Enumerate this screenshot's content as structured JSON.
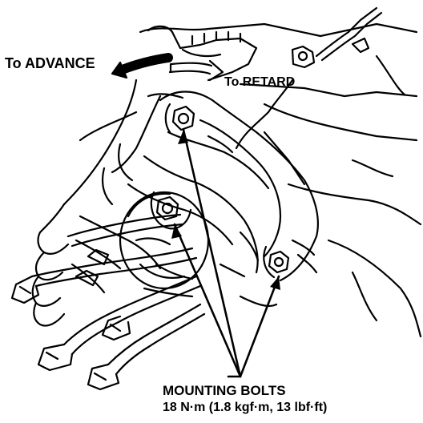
{
  "labels": {
    "advance": "To ADVANCE",
    "retard": "To RETARD",
    "mounting_bolts": "MOUNTING BOLTS",
    "torque": "18 N·m (1.8 kgf·m, 13 lbf·ft)"
  },
  "colors": {
    "ink": "#000000",
    "paper": "#ffffff"
  }
}
